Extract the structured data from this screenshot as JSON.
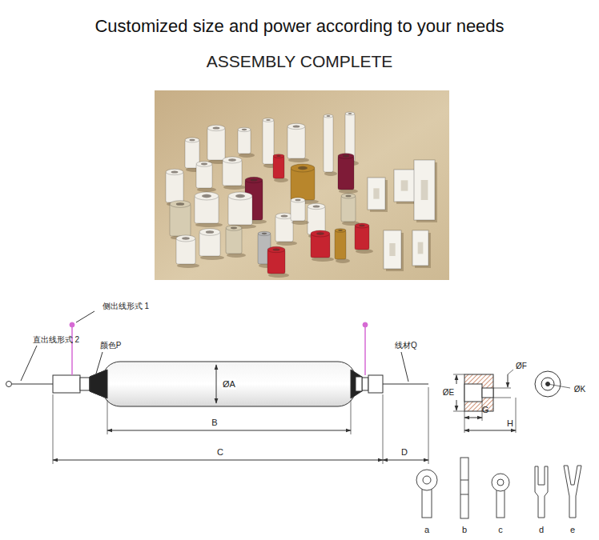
{
  "diagram": {
    "title": "Customized size and power according to your needs",
    "labels": [
      "ASSEMBLY COMPLETE",
      "侧出线形式 1",
      "直出线形式 2",
      "颜色P",
      "ØA",
      "线材Q",
      "ØF",
      "ØE",
      "ØK",
      "G",
      "H",
      "B",
      "C",
      "D",
      "a",
      "b",
      "c",
      "d",
      "e"
    ]
  }
}
